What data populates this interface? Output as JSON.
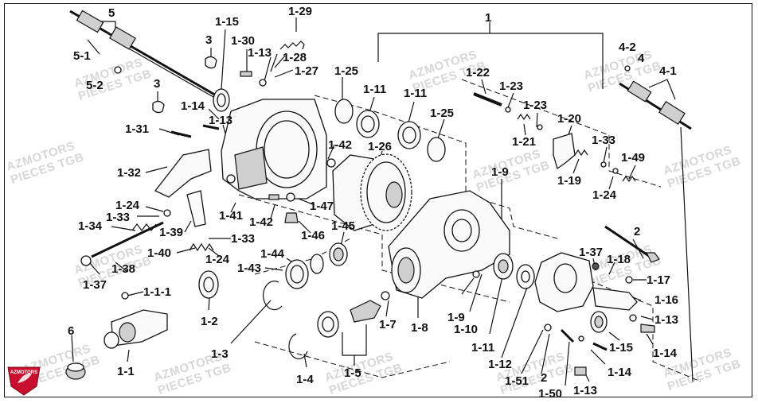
{
  "watermark": {
    "line1": "AZMOTORS",
    "line2": "PIECES TGB"
  },
  "logo": {
    "text": "AZMOTORS",
    "color": "#c8102e"
  },
  "labels": [
    {
      "id": "l1",
      "text": "1"
    },
    {
      "id": "l5",
      "text": "5"
    },
    {
      "id": "l5_1",
      "text": "5-1"
    },
    {
      "id": "l5_2",
      "text": "5-2"
    },
    {
      "id": "l3a",
      "text": "3"
    },
    {
      "id": "l3b",
      "text": "3"
    },
    {
      "id": "l1_15a",
      "text": "1-15"
    },
    {
      "id": "l1_30",
      "text": "1-30"
    },
    {
      "id": "l1_29",
      "text": "1-29"
    },
    {
      "id": "l1_13a",
      "text": "1-13"
    },
    {
      "id": "l1_28",
      "text": "1-28"
    },
    {
      "id": "l1_27",
      "text": "1-27"
    },
    {
      "id": "l1_25a",
      "text": "1-25"
    },
    {
      "id": "l1_11a",
      "text": "1-11"
    },
    {
      "id": "l1_11b",
      "text": "1-11"
    },
    {
      "id": "l1_25b",
      "text": "1-25"
    },
    {
      "id": "l1_22",
      "text": "1-22"
    },
    {
      "id": "l1_23a",
      "text": "1-23"
    },
    {
      "id": "l1_23b",
      "text": "1-23"
    },
    {
      "id": "l1_21",
      "text": "1-21"
    },
    {
      "id": "l1_20",
      "text": "1-20"
    },
    {
      "id": "l4_2",
      "text": "4-2"
    },
    {
      "id": "l4",
      "text": "4"
    },
    {
      "id": "l4_1",
      "text": "4-1"
    },
    {
      "id": "l1_14a",
      "text": "1-14"
    },
    {
      "id": "l1_13b",
      "text": "1-13"
    },
    {
      "id": "l1_31",
      "text": "1-31"
    },
    {
      "id": "l1_42a",
      "text": "1-42"
    },
    {
      "id": "l1_26",
      "text": "1-26"
    },
    {
      "id": "l1_33a",
      "text": "1-33"
    },
    {
      "id": "l1_49",
      "text": "1-49"
    },
    {
      "id": "l1_19",
      "text": "1-19"
    },
    {
      "id": "l1_24a",
      "text": "1-24"
    },
    {
      "id": "l1_32",
      "text": "1-32"
    },
    {
      "id": "l1_9a",
      "text": "1-9"
    },
    {
      "id": "l1_24b",
      "text": "1-24"
    },
    {
      "id": "l1_33b",
      "text": "1-33"
    },
    {
      "id": "l1_41",
      "text": "1-41"
    },
    {
      "id": "l1_42b",
      "text": "1-42"
    },
    {
      "id": "l1_47",
      "text": "1-47"
    },
    {
      "id": "l1_34",
      "text": "1-34"
    },
    {
      "id": "l1_39",
      "text": "1-39"
    },
    {
      "id": "l1_33c",
      "text": "1-33"
    },
    {
      "id": "l1_46",
      "text": "1-46"
    },
    {
      "id": "l1_45",
      "text": "1-45"
    },
    {
      "id": "l2a",
      "text": "2"
    },
    {
      "id": "l1_40",
      "text": "1-40"
    },
    {
      "id": "l1_24c",
      "text": "1-24"
    },
    {
      "id": "l1_44",
      "text": "1-44"
    },
    {
      "id": "l1_37a",
      "text": "1-37"
    },
    {
      "id": "l1_18",
      "text": "1-18"
    },
    {
      "id": "l1_38",
      "text": "1-38"
    },
    {
      "id": "l1_43",
      "text": "1-43"
    },
    {
      "id": "l1_17",
      "text": "1-17"
    },
    {
      "id": "l1_37b",
      "text": "1-37"
    },
    {
      "id": "l1_1_1",
      "text": "1-1-1"
    },
    {
      "id": "l1_16",
      "text": "1-16"
    },
    {
      "id": "l1_13c",
      "text": "1-13"
    },
    {
      "id": "l1_9b",
      "text": "1-9"
    },
    {
      "id": "l1_10",
      "text": "1-10"
    },
    {
      "id": "l1_7",
      "text": "1-7"
    },
    {
      "id": "l1_8",
      "text": "1-8"
    },
    {
      "id": "l1_2",
      "text": "1-2"
    },
    {
      "id": "l1_11c",
      "text": "1-11"
    },
    {
      "id": "l1_15b",
      "text": "1-15"
    },
    {
      "id": "l1_14b",
      "text": "1-14"
    },
    {
      "id": "l6",
      "text": "6"
    },
    {
      "id": "l1_3",
      "text": "1-3"
    },
    {
      "id": "l1_12",
      "text": "1-12"
    },
    {
      "id": "l1_14c",
      "text": "1-14"
    },
    {
      "id": "l1_1",
      "text": "1-1"
    },
    {
      "id": "l1_4",
      "text": "1-4"
    },
    {
      "id": "l1_5",
      "text": "1-5"
    },
    {
      "id": "l2b",
      "text": "2"
    },
    {
      "id": "l1_51",
      "text": "1-51"
    },
    {
      "id": "l1_13d",
      "text": "1-13"
    },
    {
      "id": "l1_50",
      "text": "1-50"
    }
  ]
}
